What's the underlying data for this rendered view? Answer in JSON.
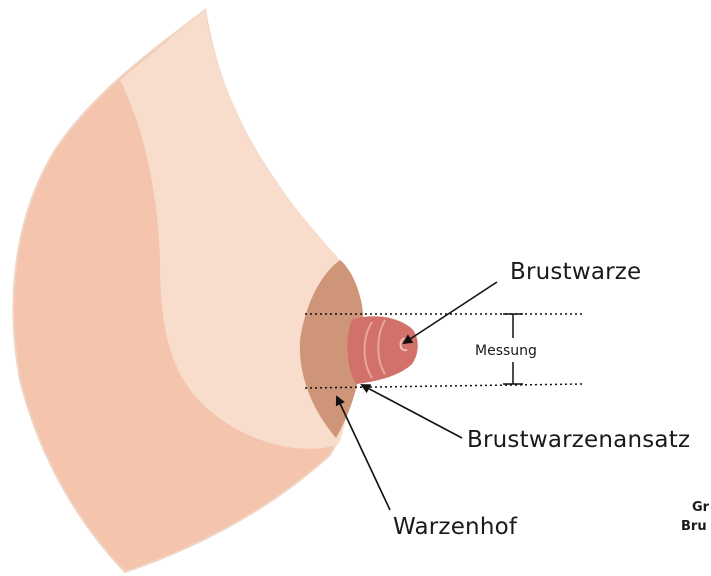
{
  "labels": {
    "nipple": "Brustwarze",
    "nipple_base": "Brustwarzenansatz",
    "areola": "Warzenhof",
    "measurement": "Messung",
    "cut_text_line1": "Gr",
    "cut_text_line2": "Bru"
  },
  "colors": {
    "breast_outer": "#f4c4ac",
    "breast_inner": "#f9ddcc",
    "outline": "#f0d4c4",
    "areola": "#cf9579",
    "nipple": "#d2706a",
    "nipple_highlight": "#e9a6a0",
    "line": "#111111"
  }
}
